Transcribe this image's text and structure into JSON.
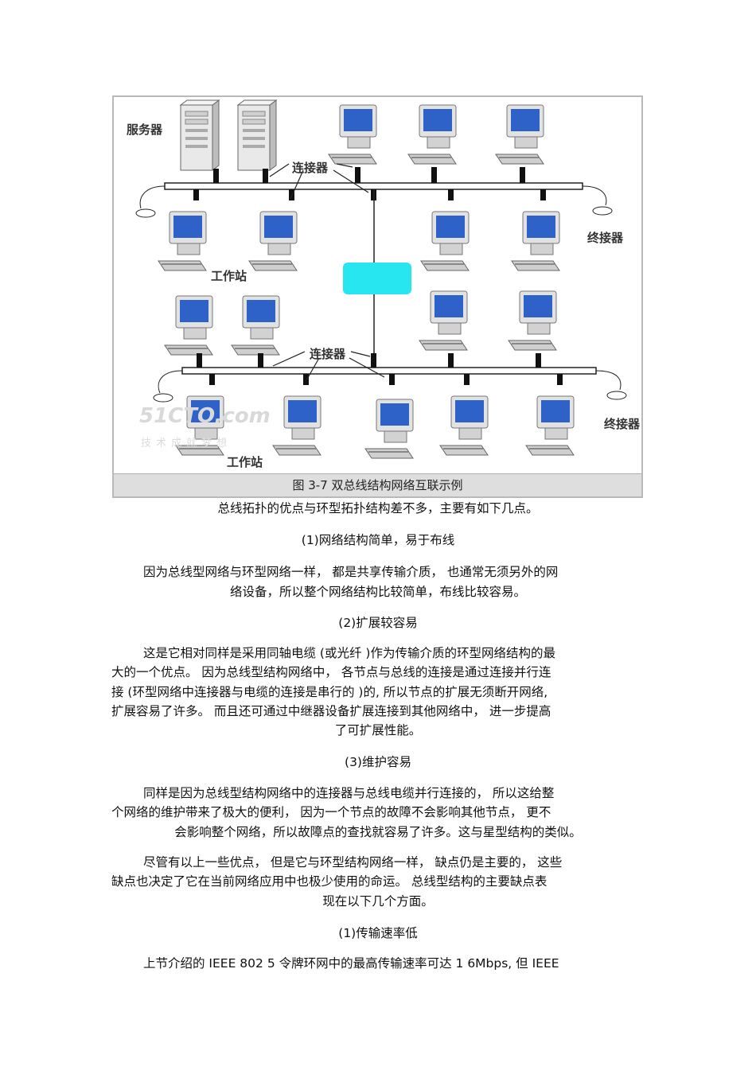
{
  "figure": {
    "labels": {
      "server": "服务器",
      "connector_top": "连接器",
      "terminator_top": "终接器",
      "workstation_top": "工作站",
      "connector_bottom": "连接器",
      "terminator_bottom": "终接器",
      "workstation_bottom": "工作站"
    },
    "watermark": "51CTO.com",
    "watermark_sub": "技术成就梦想",
    "caption": "图 3-7   双总线结构网络互联示例",
    "colors": {
      "hub": "#27e6f0",
      "monitor_screen": "#2f62c8",
      "bus": "#222222"
    }
  },
  "body": {
    "l1": "总线拓扑的优点与环型拓扑结构差不多，主要有如下几点。",
    "h1": "(1)网络结构简单，易于布线",
    "p1a": "因为总线型网络与环型网络一样，    都是共享传输介质，    也通常无须另外的网",
    "p1b": "络设备，所以整个网络结构比较简单，布线比较容易。",
    "h2": "(2)扩展较容易",
    "p2a": "这是它相对同样是采用同轴电缆    (或光纤 )作为传输介质的环型网络结构的最",
    "p2b": "大的一个优点。 因为总线型结构网络中，    各节点与总线的连接是通过连接并行连",
    "p2c": "接 (环型网络中连接器与电缆的连接是串行的      )的, 所以节点的扩展无须断开网络,",
    "p2d": "扩展容易了许多。 而且还可通过中继器设备扩展连接到其他网络中，       进一步提高",
    "p2e": "了可扩展性能。",
    "h3": "(3)维护容易",
    "p3a": "同样是因为总线型结构网络中的连接器与总线电缆并行连接的，        所以这给整",
    "p3b": "个网络的维护带来了极大的便利，     因为一个节点的故障不会影响其他节点，      更不",
    "p3c": "会影响整个网络，所以故障点的查找就容易了许多。这与星型结构的类似。",
    "p4a": "尽管有以上一些优点，     但是它与环型结构网络一样，     缺点仍是主要的，    这些",
    "p4b": "缺点也决定了它在当前网络应用中也极少使用的命运。      总线型结构的主要缺点表",
    "p4c": "现在以下几个方面。",
    "h4": "(1)传输速率低",
    "p5a": "上节介绍的  IEEE 802  5 令牌环网中的最高传输速率可达    1 6Mbps,  但 IEEE"
  }
}
